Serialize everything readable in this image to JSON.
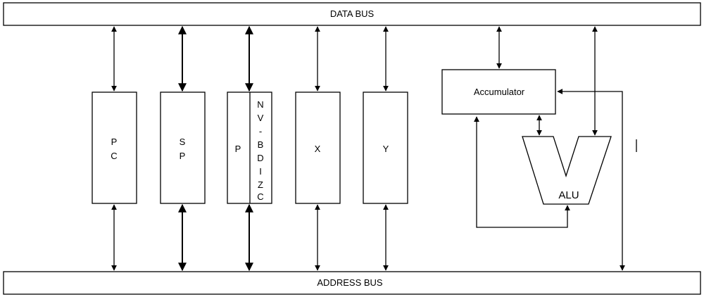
{
  "buses": {
    "data_bus": "DATA BUS",
    "address_bus": "ADDRESS BUS"
  },
  "registers": {
    "pc": [
      "P",
      "C"
    ],
    "sp": [
      "S",
      "P"
    ],
    "p": "P",
    "flags": [
      "N",
      "V",
      "-",
      "B",
      "D",
      "I",
      "Z",
      "C"
    ],
    "x": "X",
    "y": "Y"
  },
  "accumulator": "Accumulator",
  "alu": "ALU"
}
